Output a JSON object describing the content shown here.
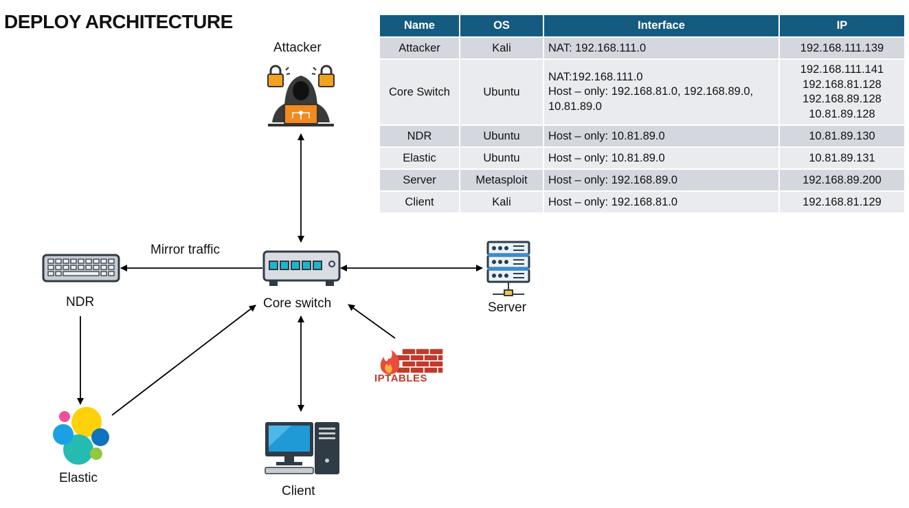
{
  "title": "DEPLOY ARCHITECTURE",
  "table": {
    "headers": [
      "Name",
      "OS",
      "Interface",
      "IP"
    ],
    "rows": [
      {
        "name": "Attacker",
        "os": "Kali",
        "iface": [
          "NAT: 192.168.111.0"
        ],
        "ip": [
          "192.168.111.139"
        ]
      },
      {
        "name": "Core Switch",
        "os": "Ubuntu",
        "iface": [
          "NAT:192.168.111.0",
          "Host – only: 192.168.81.0, 192.168.89.0,",
          "10.81.89.0"
        ],
        "ip": [
          "192.168.111.141",
          "192.168.81.128",
          "192.168.89.128",
          "10.81.89.128"
        ]
      },
      {
        "name": "NDR",
        "os": "Ubuntu",
        "iface": [
          "Host – only: 10.81.89.0"
        ],
        "ip": [
          "10.81.89.130"
        ]
      },
      {
        "name": "Elastic",
        "os": "Ubuntu",
        "iface": [
          "Host – only: 10.81.89.0"
        ],
        "ip": [
          "10.81.89.131"
        ]
      },
      {
        "name": "Server",
        "os": "Metasploit",
        "iface": [
          "Host – only: 192.168.89.0"
        ],
        "ip": [
          "192.168.89.200"
        ]
      },
      {
        "name": "Client",
        "os": "Kali",
        "iface": [
          "Host – only: 192.168.81.0"
        ],
        "ip": [
          "192.168.81.129"
        ]
      }
    ]
  },
  "nodes": {
    "attacker": "Attacker",
    "core_switch": "Core switch",
    "ndr": "NDR",
    "server": "Server",
    "elastic": "Elastic",
    "client": "Client",
    "iptables": "IPTABLES"
  },
  "edges": {
    "mirror": "Mirror traffic"
  },
  "icons": {
    "attacker": "hacker-icon",
    "core_switch": "network-switch-icon",
    "ndr": "keyboard-icon",
    "server": "server-rack-icon",
    "elastic": "elastic-logo-icon",
    "client": "desktop-computer-icon",
    "iptables": "firewall-icon"
  },
  "colors": {
    "table_header": "#155b7f",
    "row_dark": "#d4d8de",
    "row_light": "#e9ebee",
    "switch_port": "#1fb5c9",
    "hacker_orange": "#f28a1d",
    "client_screen": "#1f9ad6",
    "firewall_red": "#c0392b"
  }
}
